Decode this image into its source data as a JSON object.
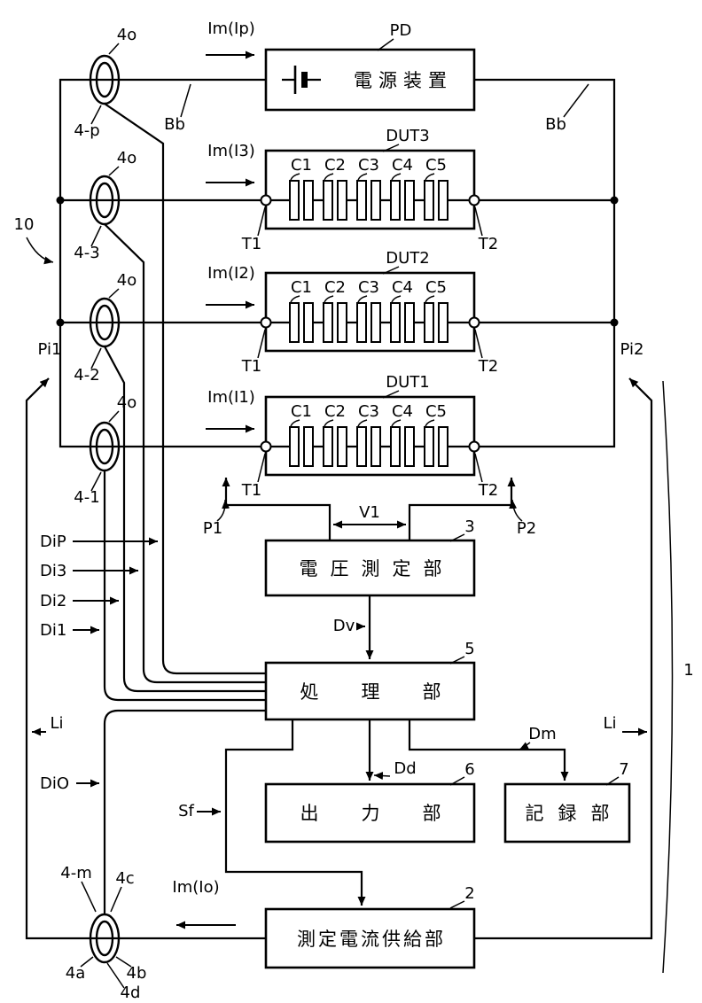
{
  "figure": {
    "system_ref": "10",
    "apparatus_ref": "1"
  },
  "power_supply": {
    "title": "電源装置",
    "ref": "PD",
    "current": "Im(Ip)",
    "wire": "Bb"
  },
  "duts": {
    "ref3": "DUT3",
    "ref2": "DUT2",
    "ref1": "DUT1",
    "capacitors": [
      "C1",
      "C2",
      "C3",
      "C4",
      "C5"
    ],
    "t1": "T1",
    "t2": "T2",
    "current3": "Im(I3)",
    "current2": "Im(I2)",
    "current1": "Im(I1)"
  },
  "sensors": {
    "type_label": "4o",
    "p": "4-p",
    "s3": "4-3",
    "s2": "4-2",
    "s1": "4-1",
    "m": "4-m",
    "part_a": "4a",
    "part_b": "4b",
    "part_c": "4c",
    "part_d": "4d"
  },
  "probes": {
    "pi1": "Pi1",
    "pi2": "Pi2",
    "p1": "P1",
    "p2": "P2",
    "loop": "Li"
  },
  "voltage_meter": {
    "title": "電圧測定部",
    "ref": "3",
    "measure": "V1",
    "out": "Dv"
  },
  "processor": {
    "title": "処理部",
    "ref": "5",
    "in_p": "DiP",
    "in_3": "Di3",
    "in_2": "Di2",
    "in_1": "Di1",
    "in_o": "DiO",
    "out_d": "Dd",
    "out_m": "Dm",
    "out_f": "Sf"
  },
  "output_unit": {
    "title": "出力部",
    "ref": "6"
  },
  "recorder": {
    "title": "記録部",
    "ref": "7"
  },
  "current_supply": {
    "title": "測定電流供給部",
    "ref": "2",
    "current": "Im(Io)"
  }
}
